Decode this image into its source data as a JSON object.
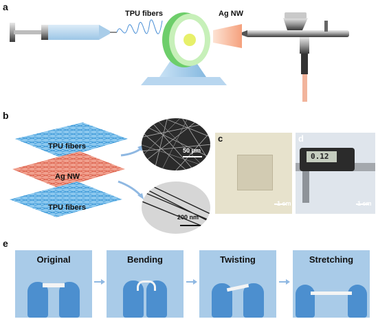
{
  "panels": {
    "a": {
      "letter": "a",
      "tpu_label": "TPU fibers",
      "agnw_label": "Ag NW"
    },
    "b": {
      "letter": "b",
      "layers": [
        "TPU fibers",
        "Ag NW",
        "TPU fibers"
      ],
      "sem_scale": "50 μm",
      "tem_scale": "200 nm"
    },
    "c": {
      "letter": "c",
      "scale": "1 cm"
    },
    "d": {
      "letter": "d",
      "scale": "1 cm",
      "caliper_reading": "0.12"
    },
    "e": {
      "letter": "e",
      "steps": [
        "Original",
        "Bending",
        "Twisting",
        "Stretching"
      ]
    }
  },
  "colors": {
    "tpu_blue": "#5aa9e0",
    "agnw_red": "#e57a63",
    "step_bg": "#a9cbe8",
    "glove": "#4c8fcf"
  }
}
